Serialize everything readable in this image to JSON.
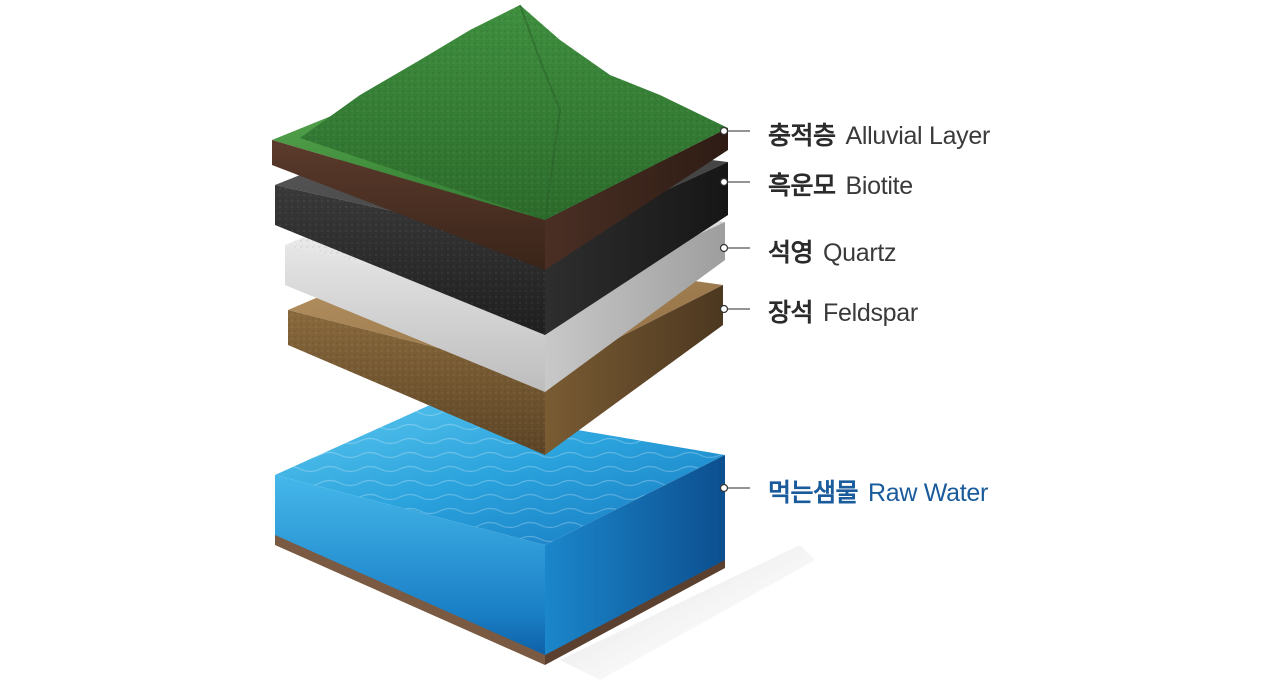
{
  "layers": [
    {
      "key": "alluvial",
      "ko": "충적층",
      "en": "Alluvial Layer",
      "color": "#3f8a3c"
    },
    {
      "key": "biotite",
      "ko": "흑운모",
      "en": "Biotite",
      "color": "#3a3a3a"
    },
    {
      "key": "quartz",
      "ko": "석영",
      "en": "Quartz",
      "color": "#dcdcdc"
    },
    {
      "key": "feldspar",
      "ko": "장석",
      "en": "Feldspar",
      "color": "#8a6a3d"
    },
    {
      "key": "water",
      "ko": "먹는샘물",
      "en": "Raw Water",
      "color": "#1a8fd0"
    }
  ],
  "colors": {
    "label_text": "#2b2b2b",
    "water_label": "#1a5b9c",
    "leader_line": "#555555"
  }
}
